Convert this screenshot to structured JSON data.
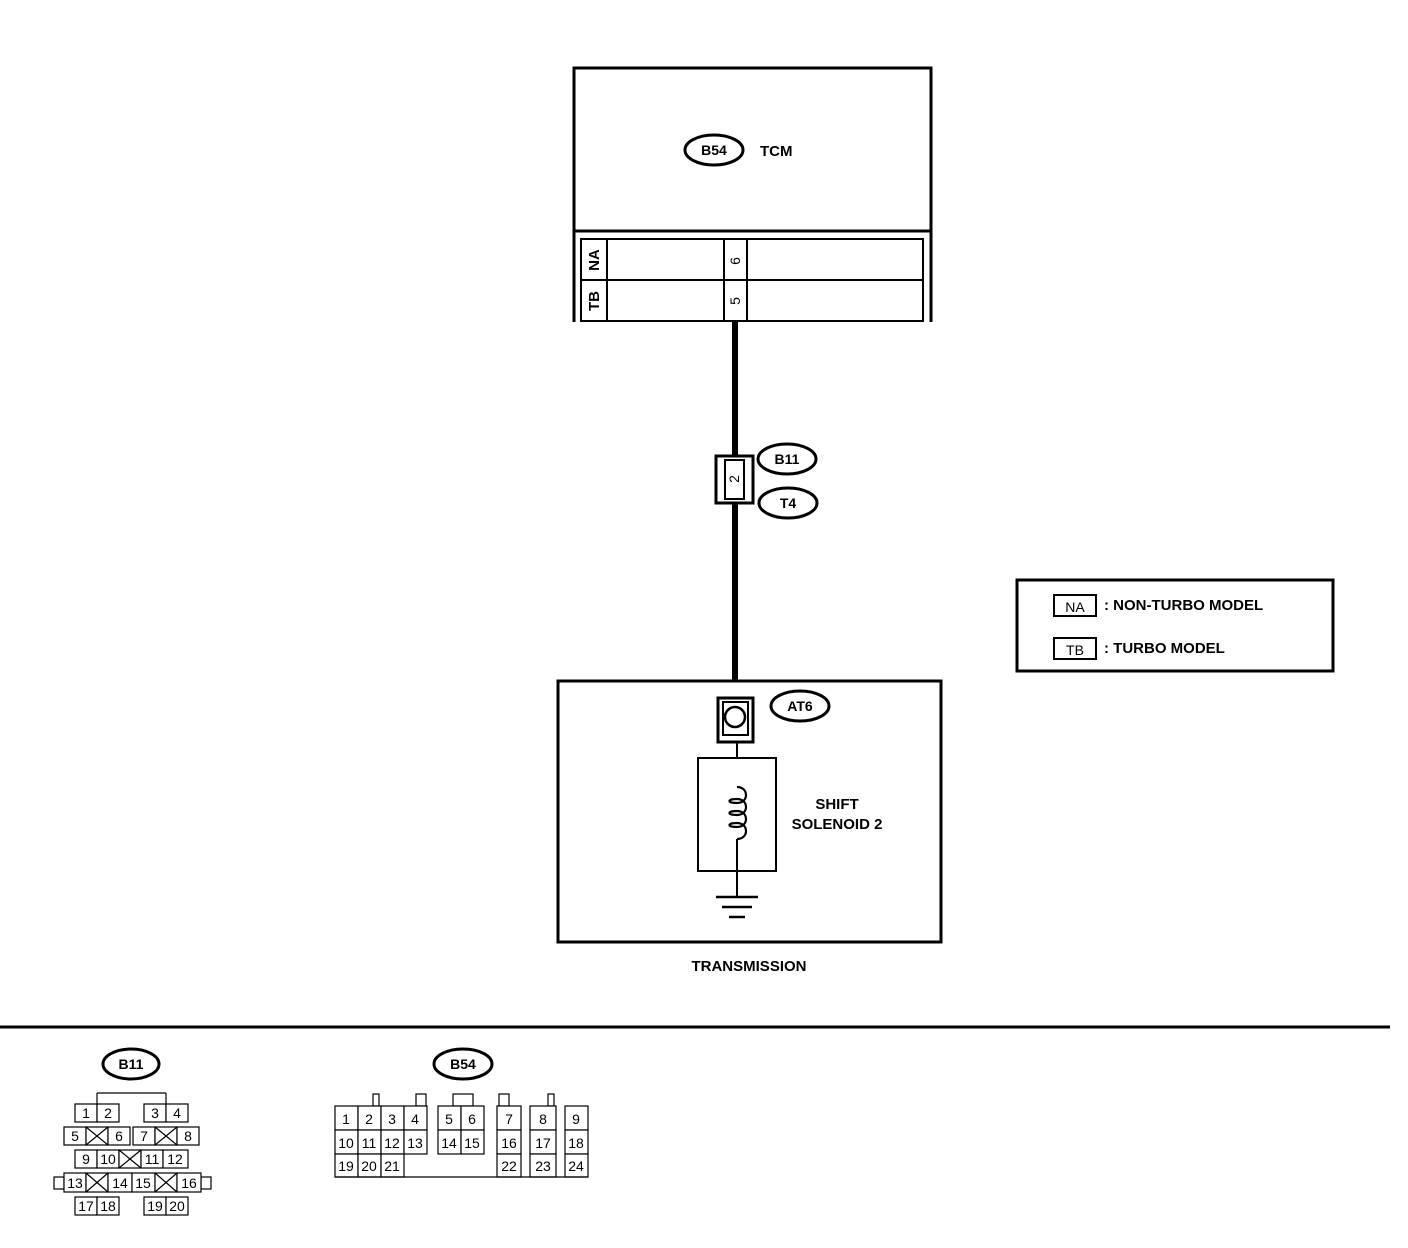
{
  "tcm": {
    "connector": "B54",
    "label": "TCM"
  },
  "variants": [
    {
      "code": "NA",
      "pin": "6"
    },
    {
      "code": "TB",
      "pin": "5"
    }
  ],
  "joint": {
    "pin": "2",
    "connector_top": "B11",
    "connector_bottom": "T4"
  },
  "transmission": {
    "connector": "AT6",
    "solenoid_line1": "SHIFT",
    "solenoid_line2": "SOLENOID 2",
    "label": "TRANSMISSION"
  },
  "legend": {
    "items": [
      {
        "code": "NA",
        "text": ": NON-TURBO MODEL"
      },
      {
        "code": "TB",
        "text": ": TURBO MODEL"
      }
    ]
  },
  "connector_views": {
    "b11": {
      "name": "B11",
      "rows": [
        [
          "1",
          "2",
          "3",
          "4"
        ],
        [
          "5",
          "6",
          "7",
          "8"
        ],
        [
          "9",
          "10",
          "11",
          "12"
        ],
        [
          "13",
          "14",
          "15",
          "16"
        ],
        [
          "17",
          "18",
          "19",
          "20"
        ]
      ]
    },
    "b54": {
      "name": "B54",
      "rows": [
        [
          "1",
          "2",
          "3",
          "4",
          "5",
          "6",
          "7",
          "8",
          "9"
        ],
        [
          "10",
          "11",
          "12",
          "13",
          "14",
          "15",
          "16",
          "17",
          "18"
        ],
        [
          "19",
          "20",
          "21",
          "22",
          "23",
          "24"
        ]
      ]
    }
  }
}
